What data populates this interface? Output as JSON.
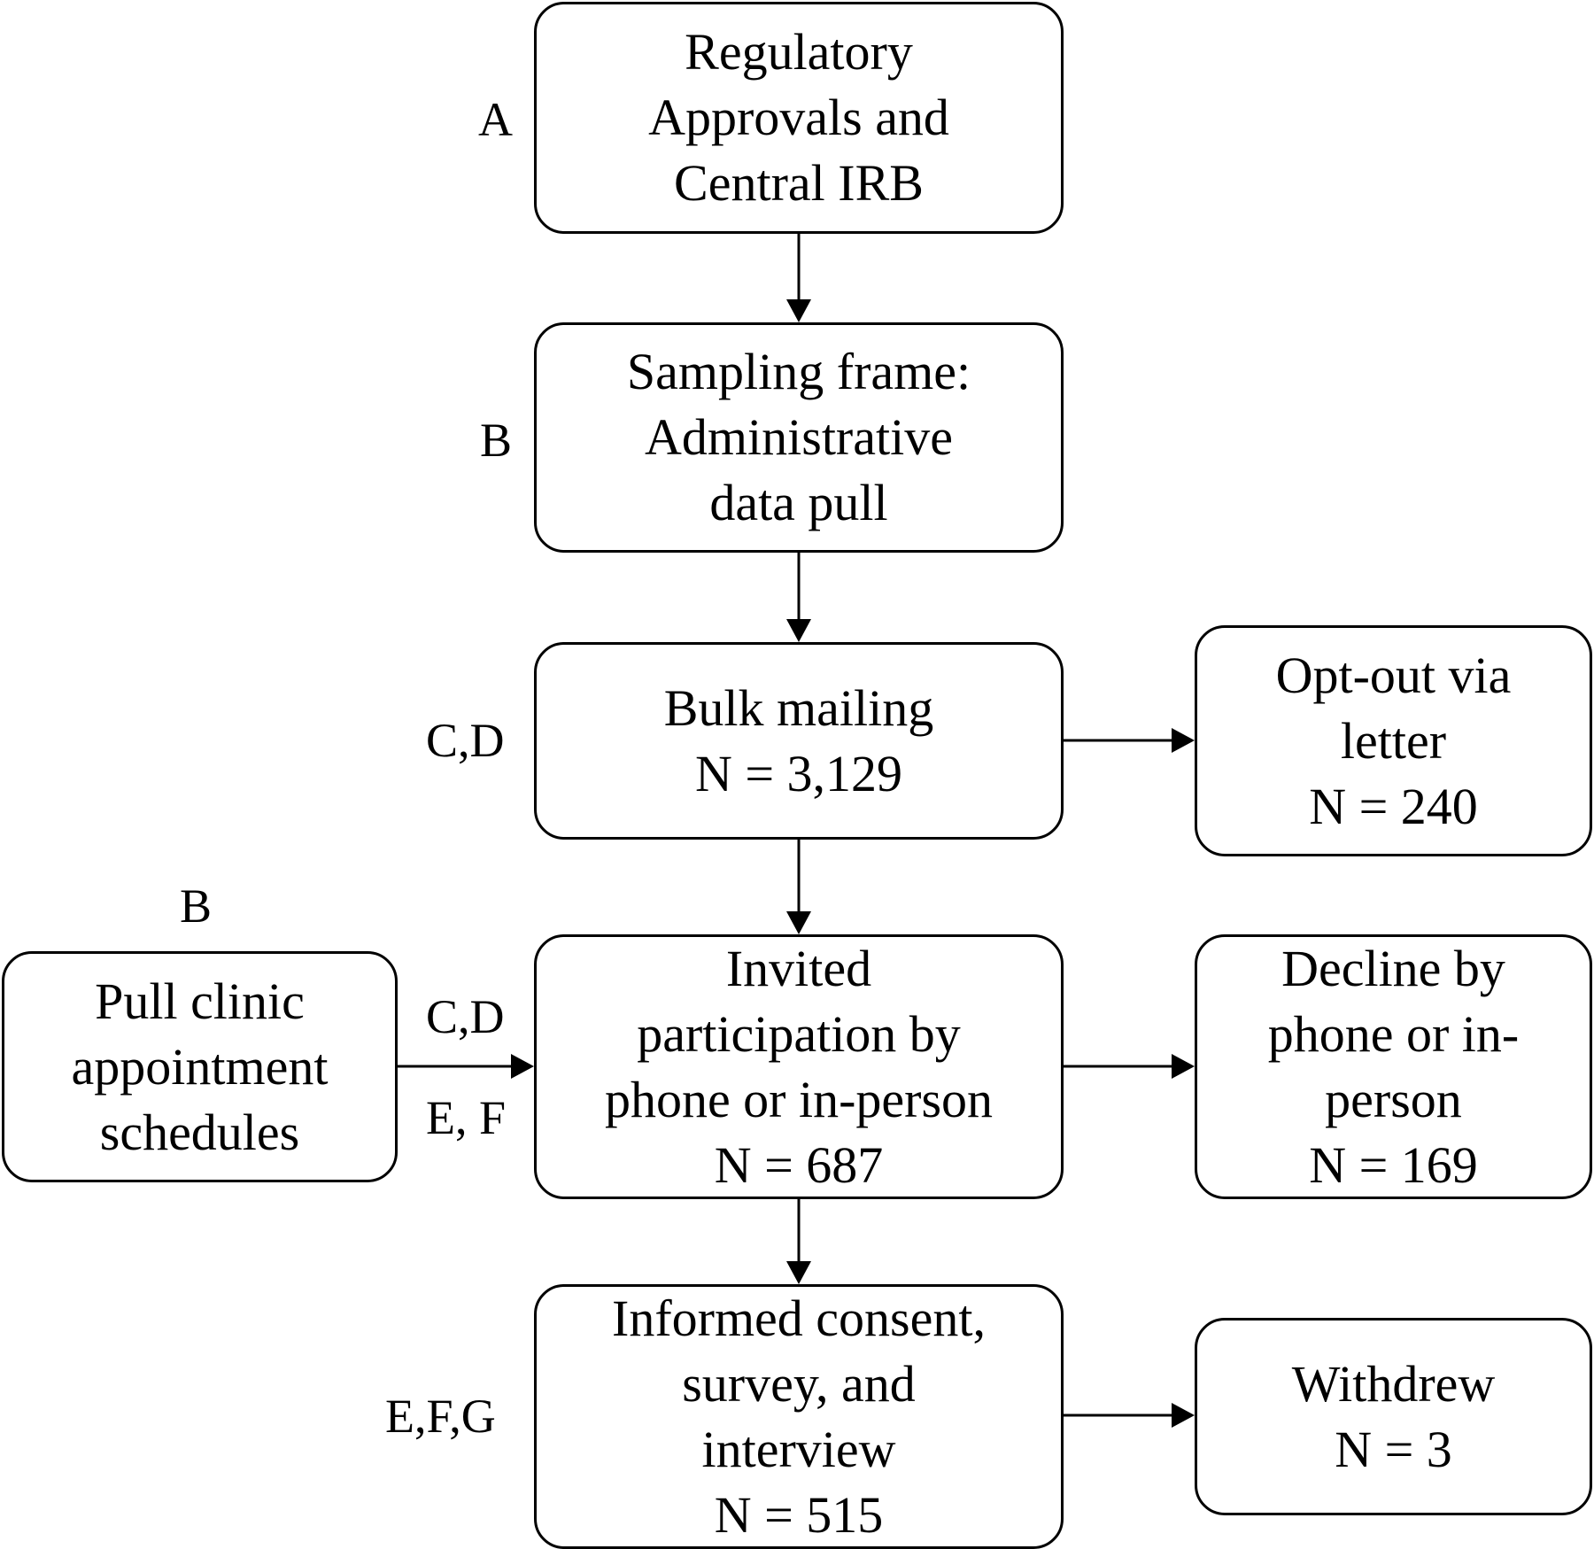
{
  "flow": {
    "approvals": {
      "step": "A",
      "lines": [
        "Regulatory",
        "Approvals and",
        "Central IRB"
      ]
    },
    "sampling": {
      "step": "B",
      "lines": [
        "Sampling frame:",
        "Administrative",
        "data pull"
      ]
    },
    "mailing": {
      "step": "C,D",
      "lines": [
        "Bulk mailing",
        "N = 3,129"
      ]
    },
    "optout": {
      "lines": [
        "Opt-out via",
        "letter",
        "N = 240"
      ]
    },
    "pull": {
      "step": "B",
      "lines": [
        "Pull clinic",
        "appointment",
        "schedules"
      ]
    },
    "pull_arrow_labels": {
      "top": "C,D",
      "bottom": "E, F"
    },
    "invited": {
      "lines": [
        "Invited",
        "participation by",
        "phone or in-person",
        "N = 687"
      ]
    },
    "decline": {
      "lines": [
        "Decline by",
        "phone or in-",
        "person",
        "N = 169"
      ]
    },
    "consent": {
      "step": "E,F,G",
      "lines": [
        "Informed consent,",
        "survey, and",
        "interview",
        "N = 515"
      ]
    },
    "withdrew": {
      "lines": [
        "Withdrew",
        "N = 3"
      ]
    }
  },
  "colors": {
    "line": "#000000",
    "background": "#ffffff"
  }
}
